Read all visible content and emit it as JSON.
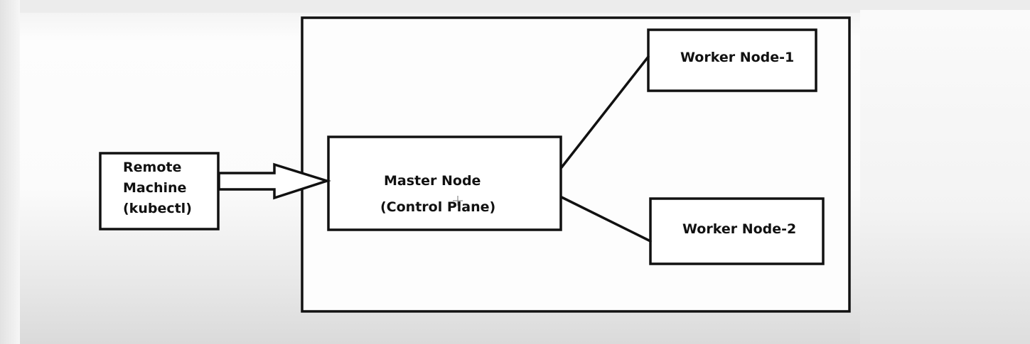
{
  "diagram": {
    "remote_machine": {
      "line1": "Remote",
      "line2": "Machine",
      "line3": "(kubectl)"
    },
    "master_node": {
      "line1": "Master Node",
      "line2": "(Control Plane)"
    },
    "worker_node_1": {
      "label": "Worker Node-1"
    },
    "worker_node_2": {
      "label": "Worker Node-2"
    }
  },
  "colors": {
    "stroke": "#111111",
    "box_fill": "#ffffff"
  }
}
